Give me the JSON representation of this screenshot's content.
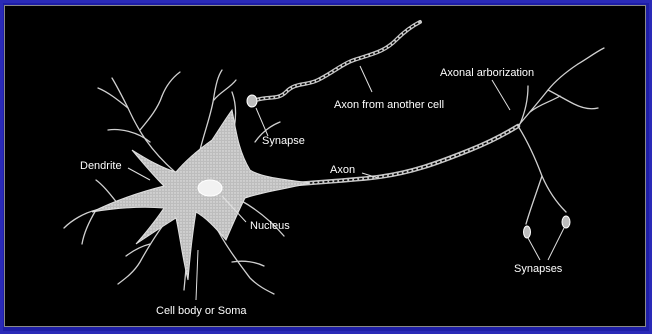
{
  "labels": {
    "dendrite": "Dendrite",
    "nucleus": "Nucleus",
    "cell_body": "Cell body or Soma",
    "synapse": "Synapse",
    "axon_from_another_cell": "Axon from another cell",
    "axon": "Axon",
    "axonal_arborization": "Axonal arborization",
    "synapses": "Synapses"
  },
  "colors": {
    "background": "#1e1ea6",
    "panel": "#000000",
    "drawing": "#d8d8d8",
    "text": "#ffffff"
  }
}
